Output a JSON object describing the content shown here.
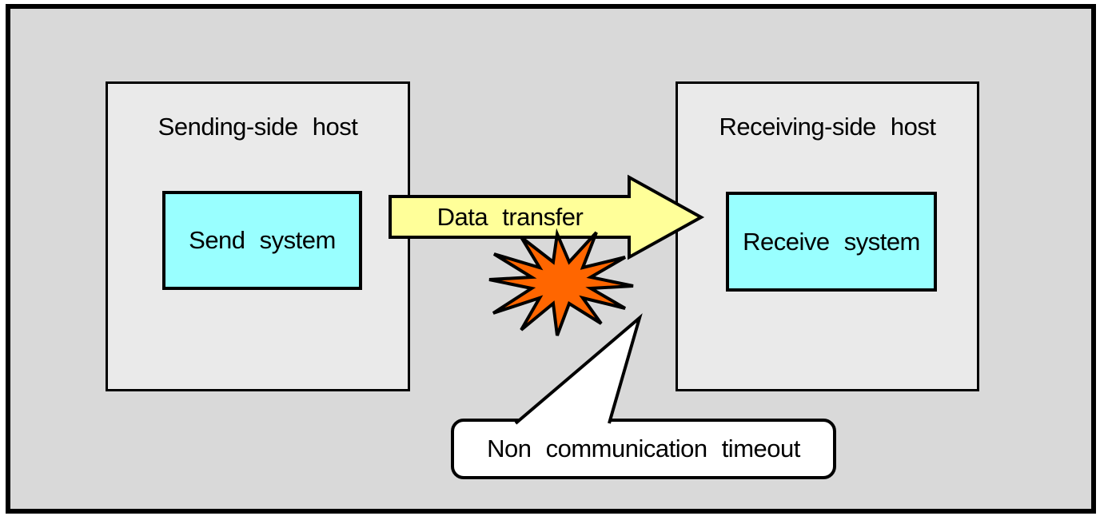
{
  "diagram": {
    "sending_host": {
      "title": "Sending-side host",
      "system": "Send system"
    },
    "receiving_host": {
      "title": "Receiving-side host",
      "system": "Receive system"
    },
    "arrow": {
      "label": "Data transfer"
    },
    "callout": {
      "label": "Non communication timeout"
    },
    "icons": {
      "arrow": "right-arrow-icon",
      "burst": "explosion-burst-icon",
      "callout_tail": "callout-tail-icon"
    },
    "colors": {
      "page_background": "#ffffff",
      "frame_background": "#d9d9d9",
      "host_fill": "#eaeaea",
      "system_fill": "#99ffff",
      "arrow_fill": "#ffff99",
      "burst_fill": "#ff6600",
      "callout_fill": "#ffffff",
      "outline": "#000000"
    }
  }
}
